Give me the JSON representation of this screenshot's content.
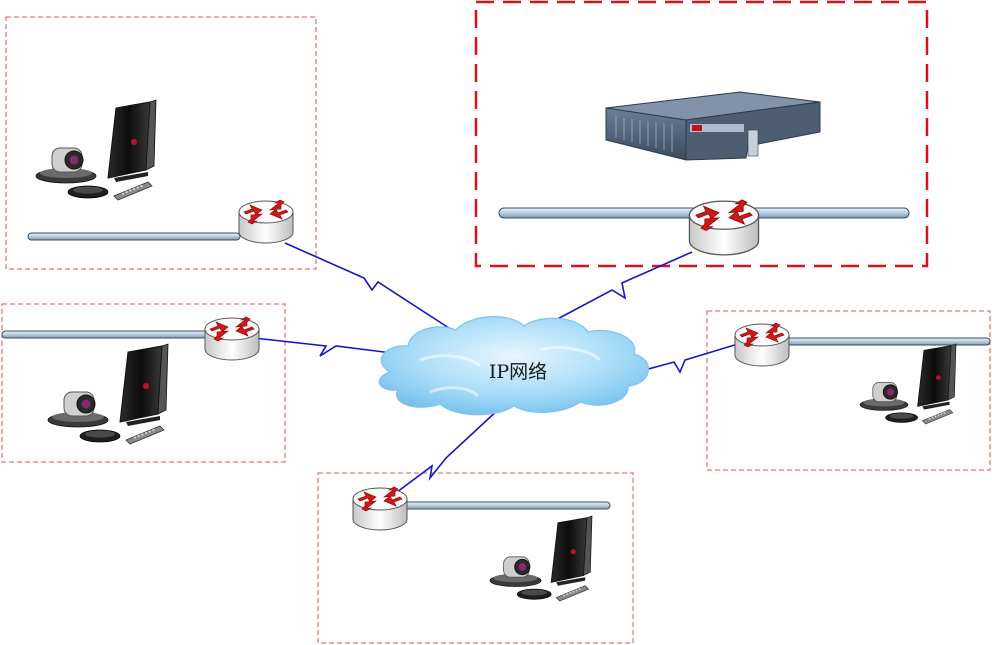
{
  "network": {
    "cloud_label": "IP网络"
  },
  "colors": {
    "site_border": "#e05050",
    "server_site_border": "#d8141a",
    "link": "#1414c8",
    "cloud": "#9fd7f5",
    "cloud_edge": "#6fb6e3",
    "lan_bar": "#b9cde0",
    "router_body": "#f2f2f2",
    "router_arrow": "#d01818"
  },
  "icons": {
    "router": "router-icon",
    "mcu": "mcu-server-icon",
    "codec": "video-codec-icon",
    "camera": "ptz-camera-icon",
    "microphone": "microphone-pod-icon",
    "remote": "remote-control-icon",
    "cloud": "ip-network-cloud-icon"
  },
  "sites": [
    {
      "id": "site-top-left",
      "role": "endpoint"
    },
    {
      "id": "site-server",
      "role": "mcu"
    },
    {
      "id": "site-middle-left",
      "role": "endpoint"
    },
    {
      "id": "site-right",
      "role": "endpoint"
    },
    {
      "id": "site-bottom",
      "role": "endpoint"
    }
  ]
}
